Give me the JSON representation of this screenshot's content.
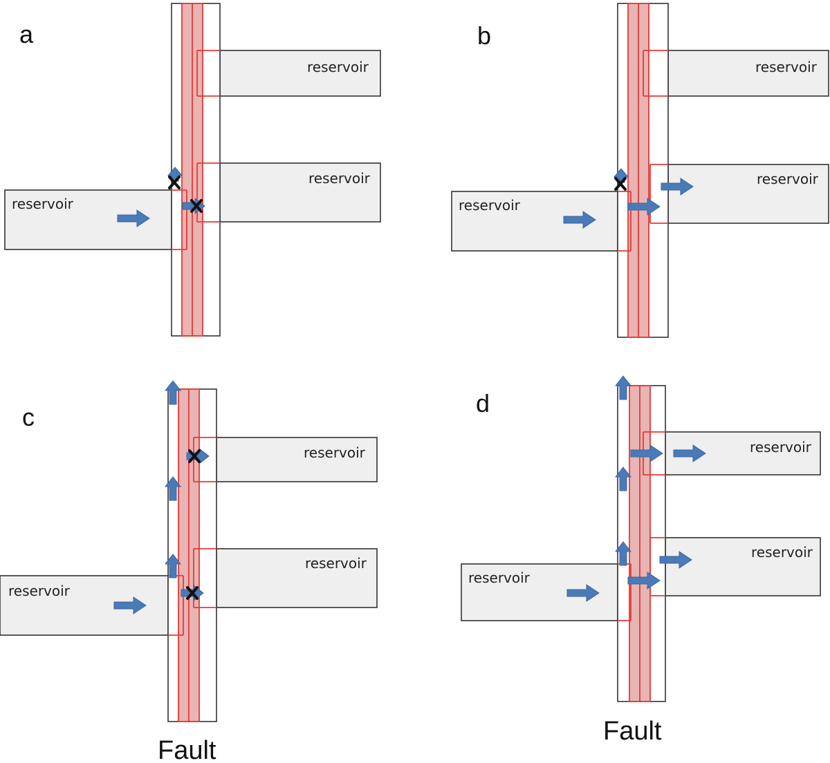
{
  "labels": {
    "panel_a": "a",
    "panel_b": "b",
    "panel_c": "c",
    "panel_d": "d",
    "reservoir": "reservoir",
    "fault": "Fault"
  },
  "colors": {
    "reservoir_fill": "#efefef",
    "fault_core_fill": "#e8b4b4",
    "fault_core_line": "#e53935",
    "arrow": "#4a7ab8",
    "blocked_mark": "#111111"
  },
  "icons": {
    "flow": "flow-arrow-icon",
    "blocked": "blocked-x-icon"
  }
}
